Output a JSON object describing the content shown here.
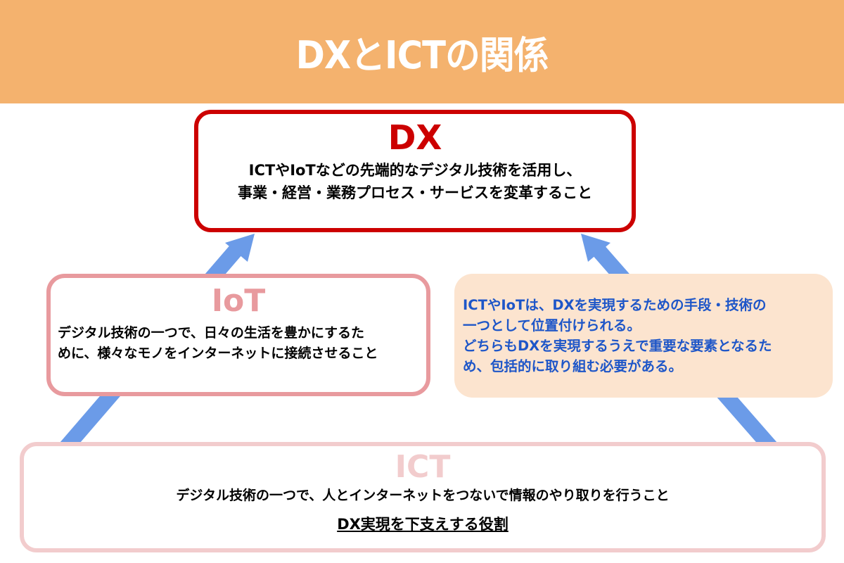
{
  "header": {
    "title": "DXとICTの関係",
    "bg_color": "#f4b26e"
  },
  "dx": {
    "title": "DX",
    "desc_lines": [
      "ICTやIoTなどの先端的なデジタル技術を活用し、",
      "事業・経営・業務プロセス・サービスを変革すること"
    ],
    "color": "#cc0000"
  },
  "iot": {
    "title": "IoT",
    "desc_lines": [
      "デジタル技術の一つで、日々の生活を豊かにするた",
      "めに、様々なモノをインターネットに接続させること"
    ],
    "color": "#e89a9e"
  },
  "note": {
    "lines": [
      "ICTやIoTは、DXを実現するための手段・技術の",
      "一つとして位置付けられる。",
      "どちらもDXを実現するうえで重要な要素となるた",
      "め、包括的に取り組む必要がある。"
    ],
    "text_color": "#1e56c8",
    "bg_color": "#fce4cf"
  },
  "ict": {
    "title": "ICT",
    "desc": "デジタル技術の一つで、人とインターネットをつないで情報のやり取りを行うこと",
    "role": "DX実現を下支えする役割",
    "color": "#f2cccd"
  },
  "arrows": {
    "color": "#6b9be8",
    "icons": [
      "arrow-up-right-icon",
      "arrow-up-left-icon"
    ]
  }
}
